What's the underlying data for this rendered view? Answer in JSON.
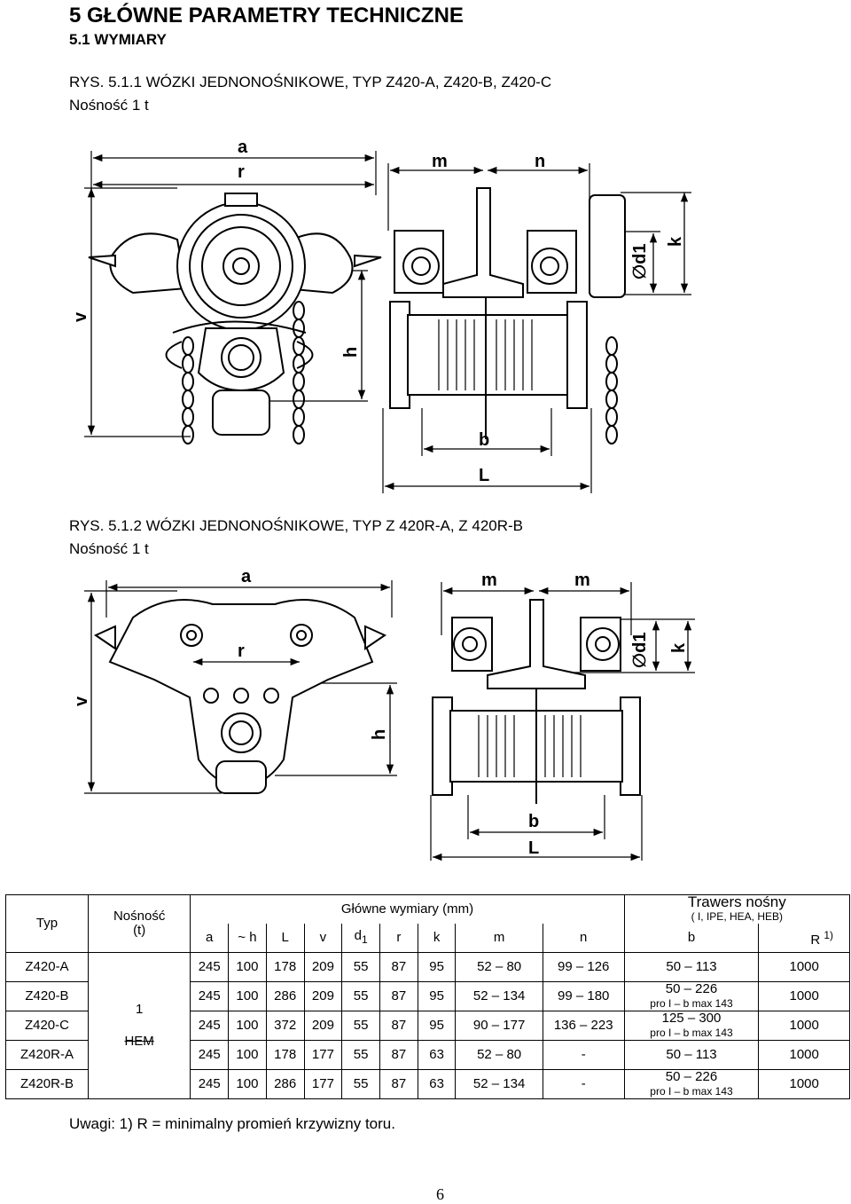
{
  "header": {
    "title": "5 GŁÓWNE PARAMETRY TECHNICZNE",
    "subtitle": "5.1 WYMIARY"
  },
  "figures": [
    {
      "caption": "RYS. 5.1.1 WÓZKI JEDNONOŚNIKOWE, TYP Z420-A, Z420-B, Z420-C",
      "capacity": "Nośność 1 t",
      "labels": {
        "a": "a",
        "r": "r",
        "v": "v",
        "h": "h",
        "m": "m",
        "n": "n",
        "k": "k",
        "d1": "∅d1",
        "b": "b",
        "L": "L"
      }
    },
    {
      "caption": "RYS. 5.1.2 WÓZKI JEDNONOŚNIKOWE, TYP Z 420R-A, Z 420R-B",
      "capacity": "Nośność 1 t",
      "labels": {
        "a": "a",
        "r": "r",
        "v": "v",
        "h": "h",
        "m1": "m",
        "m2": "m",
        "k": "k",
        "d1": "∅d1",
        "b": "b",
        "L": "L"
      }
    }
  ],
  "table": {
    "head": {
      "typ": "Typ",
      "capacity": "Nośność",
      "capacity_unit": "(t)",
      "main_dims": "Główne wymiary (mm)",
      "beam": "Trawers nośny",
      "beam_types": "( I, IPE, HEA, HEB)",
      "cols": [
        "a",
        "~ h",
        "L",
        "v",
        "d",
        "r",
        "k",
        "m",
        "n",
        "b",
        "R"
      ],
      "d_sub": "1",
      "R_sup": "1)"
    },
    "capacity_value": "1",
    "hem": "HEM",
    "rows": [
      {
        "typ": "Z420-A",
        "a": "245",
        "h": "100",
        "L": "178",
        "v": "209",
        "d1": "55",
        "r": "87",
        "k": "95",
        "m": "52 – 80",
        "n": "99 – 126",
        "b": "50 – 113",
        "b_note": "",
        "R": "1000"
      },
      {
        "typ": "Z420-B",
        "a": "245",
        "h": "100",
        "L": "286",
        "v": "209",
        "d1": "55",
        "r": "87",
        "k": "95",
        "m": "52 – 134",
        "n": "99 – 180",
        "b": "50 – 226",
        "b_note": "pro I – b max 143",
        "R": "1000"
      },
      {
        "typ": "Z420-C",
        "a": "245",
        "h": "100",
        "L": "372",
        "v": "209",
        "d1": "55",
        "r": "87",
        "k": "95",
        "m": "90 – 177",
        "n": "136 – 223",
        "b": "125 – 300",
        "b_note": "pro I – b max 143",
        "R": "1000"
      },
      {
        "typ": "Z420R-A",
        "a": "245",
        "h": "100",
        "L": "178",
        "v": "177",
        "d1": "55",
        "r": "87",
        "k": "63",
        "m": "52 – 80",
        "n": "-",
        "b": "50 – 113",
        "b_note": "",
        "R": "1000"
      },
      {
        "typ": "Z420R-B",
        "a": "245",
        "h": "100",
        "L": "286",
        "v": "177",
        "d1": "55",
        "r": "87",
        "k": "63",
        "m": "52 – 134",
        "n": "-",
        "b": "50 – 226",
        "b_note": "pro I – b max 143",
        "R": "1000"
      }
    ]
  },
  "note": "Uwagi: 1) R = minimalny promień krzywizny toru.",
  "page_number": "6"
}
